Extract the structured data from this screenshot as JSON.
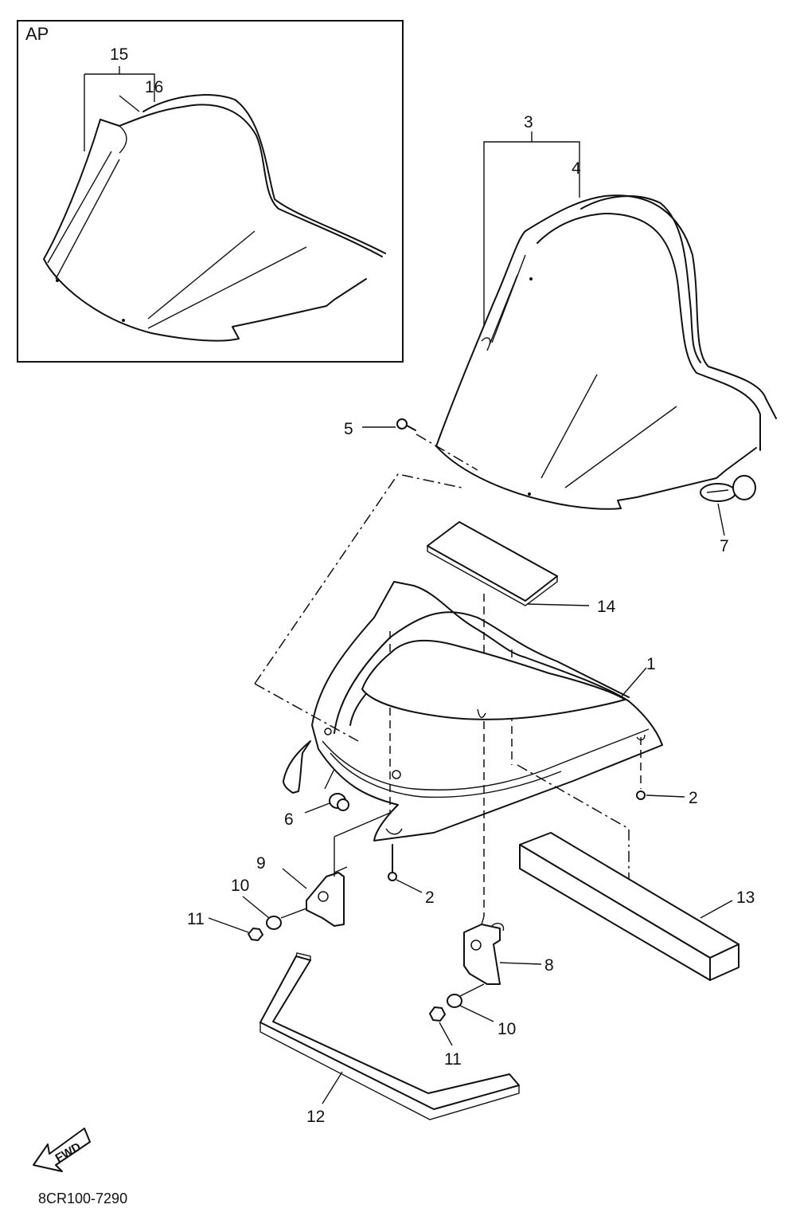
{
  "inset": {
    "title": "AP"
  },
  "callouts": {
    "c1": "1",
    "c2a": "2",
    "c2b": "2",
    "c3": "3",
    "c4": "4",
    "c5": "5",
    "c6": "6",
    "c7": "7",
    "c8": "8",
    "c9": "9",
    "c10a": "10",
    "c10b": "10",
    "c11a": "11",
    "c11b": "11",
    "c12": "12",
    "c13": "13",
    "c14": "14",
    "c15": "15",
    "c16": "16"
  },
  "fwd_arrow": {
    "label": "FWD"
  },
  "diagram_code": "8CR100-7290",
  "icons": [
    "fwd-arrow-icon"
  ]
}
